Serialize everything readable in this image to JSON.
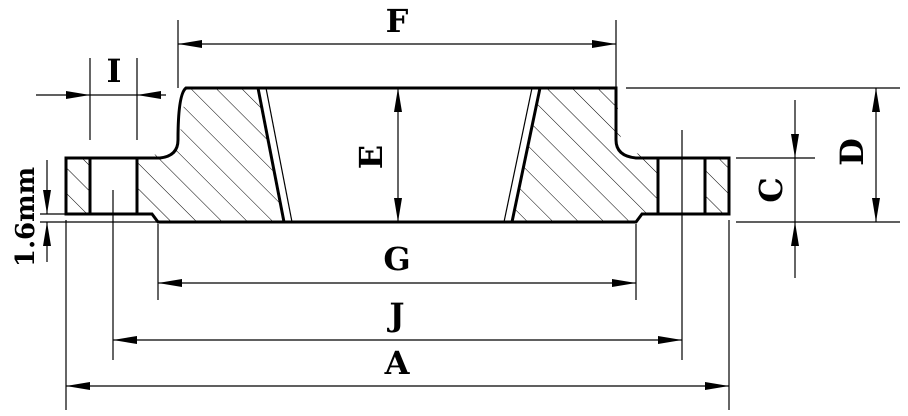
{
  "labels": {
    "F": "F",
    "I": "I",
    "E": "E",
    "D": "D",
    "C": "C",
    "G": "G",
    "J": "J",
    "A": "A",
    "gap": "1.6mm"
  }
}
